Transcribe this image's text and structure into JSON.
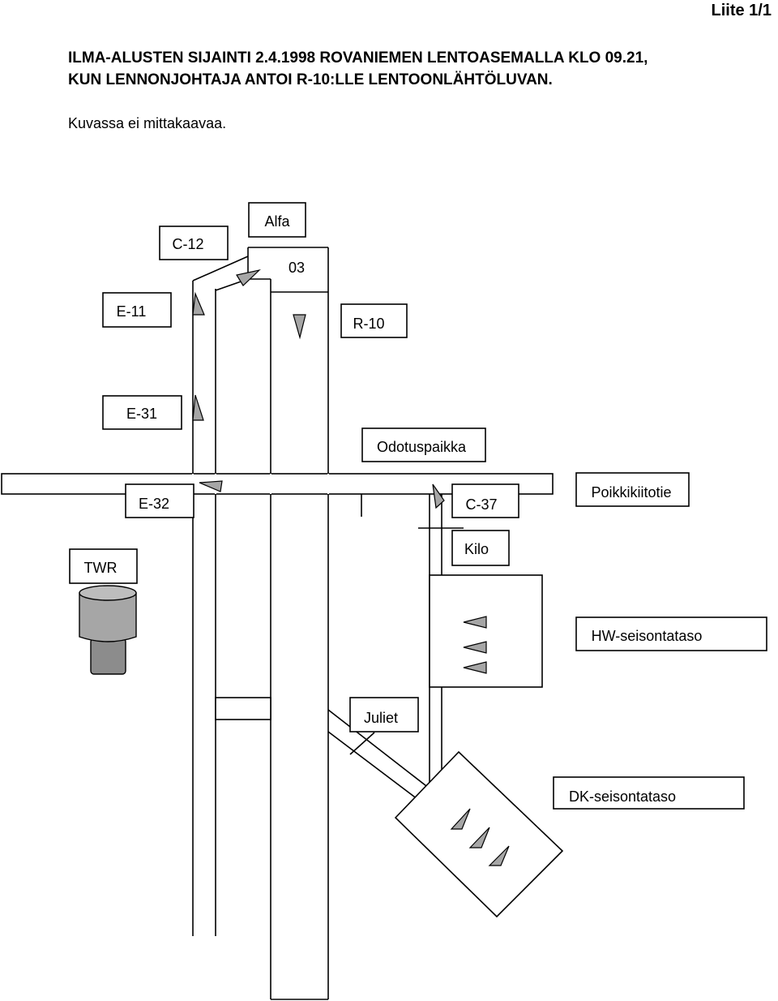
{
  "header": {
    "appendix": "Liite 1/1",
    "title_line1": "ILMA-ALUSTEN SIJAINTI 2.4.1998 ROVANIEMEN LENTOASEMALLA KLO 09.21,",
    "title_line2": "KUN LENNONJOHTAJA ANTOI R-10:LLE LENTOONLÄHTÖLUVAN.",
    "scale_note": "Kuvassa ei mittakaavaa."
  },
  "labels": {
    "alfa": "Alfa",
    "c12": "C-12",
    "r03": "03",
    "e11": "E-11",
    "r10": "R-10",
    "e31": "E-31",
    "odotuspaikka": "Odotuspaikka",
    "e32": "E-32",
    "c37": "C-37",
    "poikkikiitotie": "Poikkikiitotie",
    "twr": "TWR",
    "kilo": "Kilo",
    "hw": "HW-seisontataso",
    "juliet": "Juliet",
    "dk": "DK-seisontataso"
  },
  "colors": {
    "aircraft_fill": "#a6a6a6",
    "tower_top_fill": "#a6a6a6",
    "tower_base_fill": "#8c8c8c",
    "line": "#000000"
  }
}
